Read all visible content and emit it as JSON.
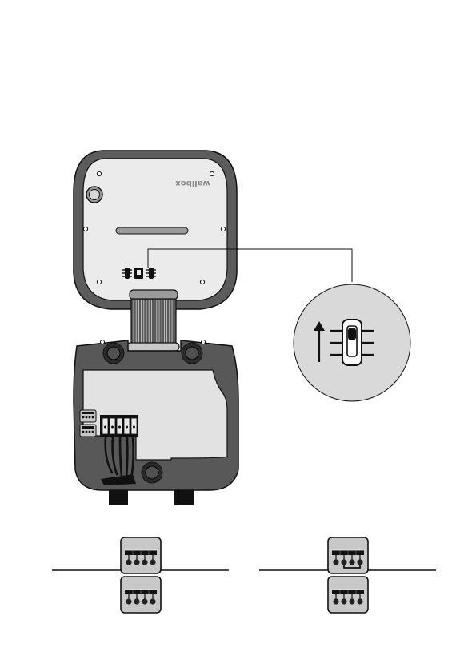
{
  "device": {
    "brand_text": "wallbox",
    "switch_setting": "up"
  },
  "colors": {
    "lid_outer": "#5c5c5c",
    "lid_face": "#ebebeb",
    "body_dark": "#585858",
    "body_panel": "#e2e2e2",
    "callout_fill": "#d9d9d9",
    "connector_fill": "#c8c8c8",
    "stroke": "#111111"
  },
  "icons": {
    "direction_arrow": "arrow-up-icon",
    "dip_switch": "dip-switch-icon"
  },
  "bottom_figures": [
    {
      "label": "",
      "variant": "no-bridge"
    },
    {
      "label": "",
      "variant": "bridged"
    }
  ]
}
